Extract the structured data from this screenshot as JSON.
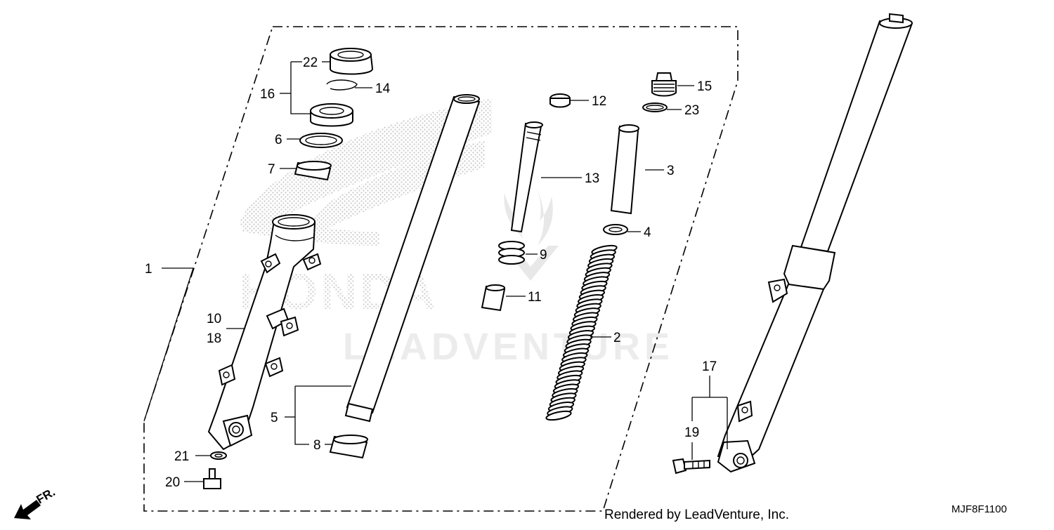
{
  "watermark": {
    "brand_text": "HONDA",
    "vendor_text": "LEADVENTURE"
  },
  "footer": {
    "credit": "Rendered by LeadVenture, Inc.",
    "diagram_code": "MJF8F1100"
  },
  "front_marker": {
    "label": "FR."
  },
  "callouts": {
    "c1": "1",
    "c2": "2",
    "c3": "3",
    "c4": "4",
    "c5": "5",
    "c6": "6",
    "c7": "7",
    "c8": "8",
    "c9": "9",
    "c10": "10",
    "c11": "11",
    "c12": "12",
    "c13": "13",
    "c14": "14",
    "c15": "15",
    "c16": "16",
    "c17": "17",
    "c18": "18",
    "c19": "19",
    "c20": "20",
    "c21": "21",
    "c22": "22",
    "c23": "23"
  }
}
